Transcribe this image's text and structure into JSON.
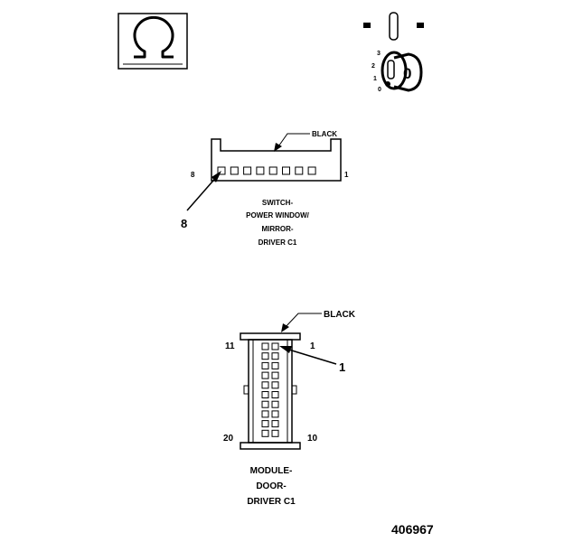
{
  "symbols": {
    "ohms_icon": "ohm-symbol",
    "ignition_icon": "ignition-key",
    "ignition_positions": [
      "3",
      "2",
      "1",
      "0"
    ],
    "key_label": "0"
  },
  "connector_c1_switch": {
    "color_label": "BLACK",
    "pin_left": "8",
    "pin_right": "1",
    "pin_callout": "8",
    "pin_count": 8,
    "name_lines": [
      "SWITCH-",
      "POWER WINDOW/",
      "MIRROR-",
      "DRIVER C1"
    ]
  },
  "connector_c1_module": {
    "color_label": "BLACK",
    "pin_top_left": "11",
    "pin_top_right": "1",
    "pin_bottom_left": "20",
    "pin_bottom_right": "10",
    "pin_callout": "1",
    "rows": 10,
    "name_lines": [
      "MODULE-",
      "DOOR-",
      "DRIVER C1"
    ]
  },
  "figure_number": "406967"
}
